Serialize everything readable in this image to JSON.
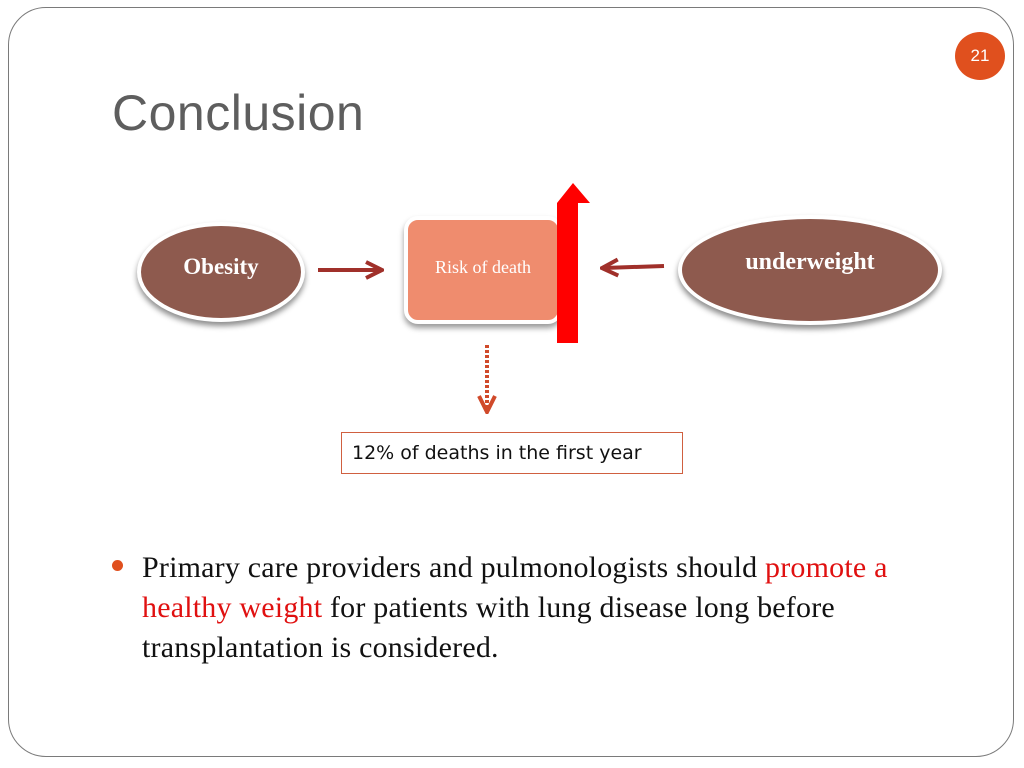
{
  "slide": {
    "page_number": "21",
    "title": "Conclusion"
  },
  "diagram": {
    "left_factor": "Obesity",
    "center": "Risk of death",
    "right_factor": "underweight",
    "outcome": "12% of deaths in the first year"
  },
  "bullet": {
    "part1": "Primary care providers and pulmonologists should ",
    "highlight": "promote a healthy weight",
    "part2": " for patients with lung disease long before transplantation is considered."
  },
  "colors": {
    "accent": "#e0501e",
    "oval_fill": "#8e5a4e",
    "risk_fill": "#ef8c6e",
    "arrow_red": "#ff0000",
    "connector": "#a0302a"
  }
}
